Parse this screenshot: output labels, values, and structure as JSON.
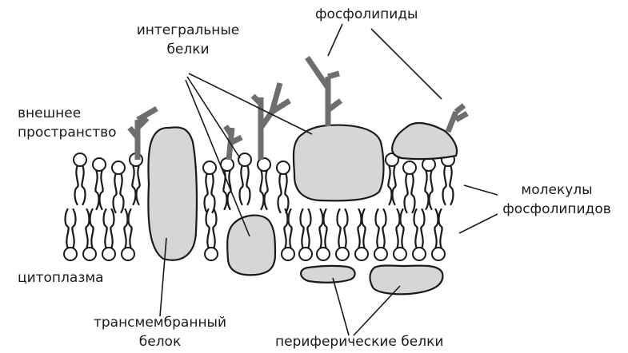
{
  "labels": {
    "integral_proteins": [
      "интегральные",
      "белки"
    ],
    "phospholipids": "фосфолипиды",
    "outer_space": [
      "внешнее",
      "пространство"
    ],
    "phospholipid_molecules": [
      "молекулы",
      "фосфолипидов"
    ],
    "cytoplasm": "цитоплазма",
    "transmembrane_protein": [
      "трансмембранный",
      "белок"
    ],
    "peripheral_proteins": "периферические белки"
  },
  "colors": {
    "protein_fill": "#d6d6d6",
    "carbohydrate_chain": "#6e6e6e",
    "outline": "#1a1a1a",
    "lipid_head_fill": "#ffffff"
  }
}
